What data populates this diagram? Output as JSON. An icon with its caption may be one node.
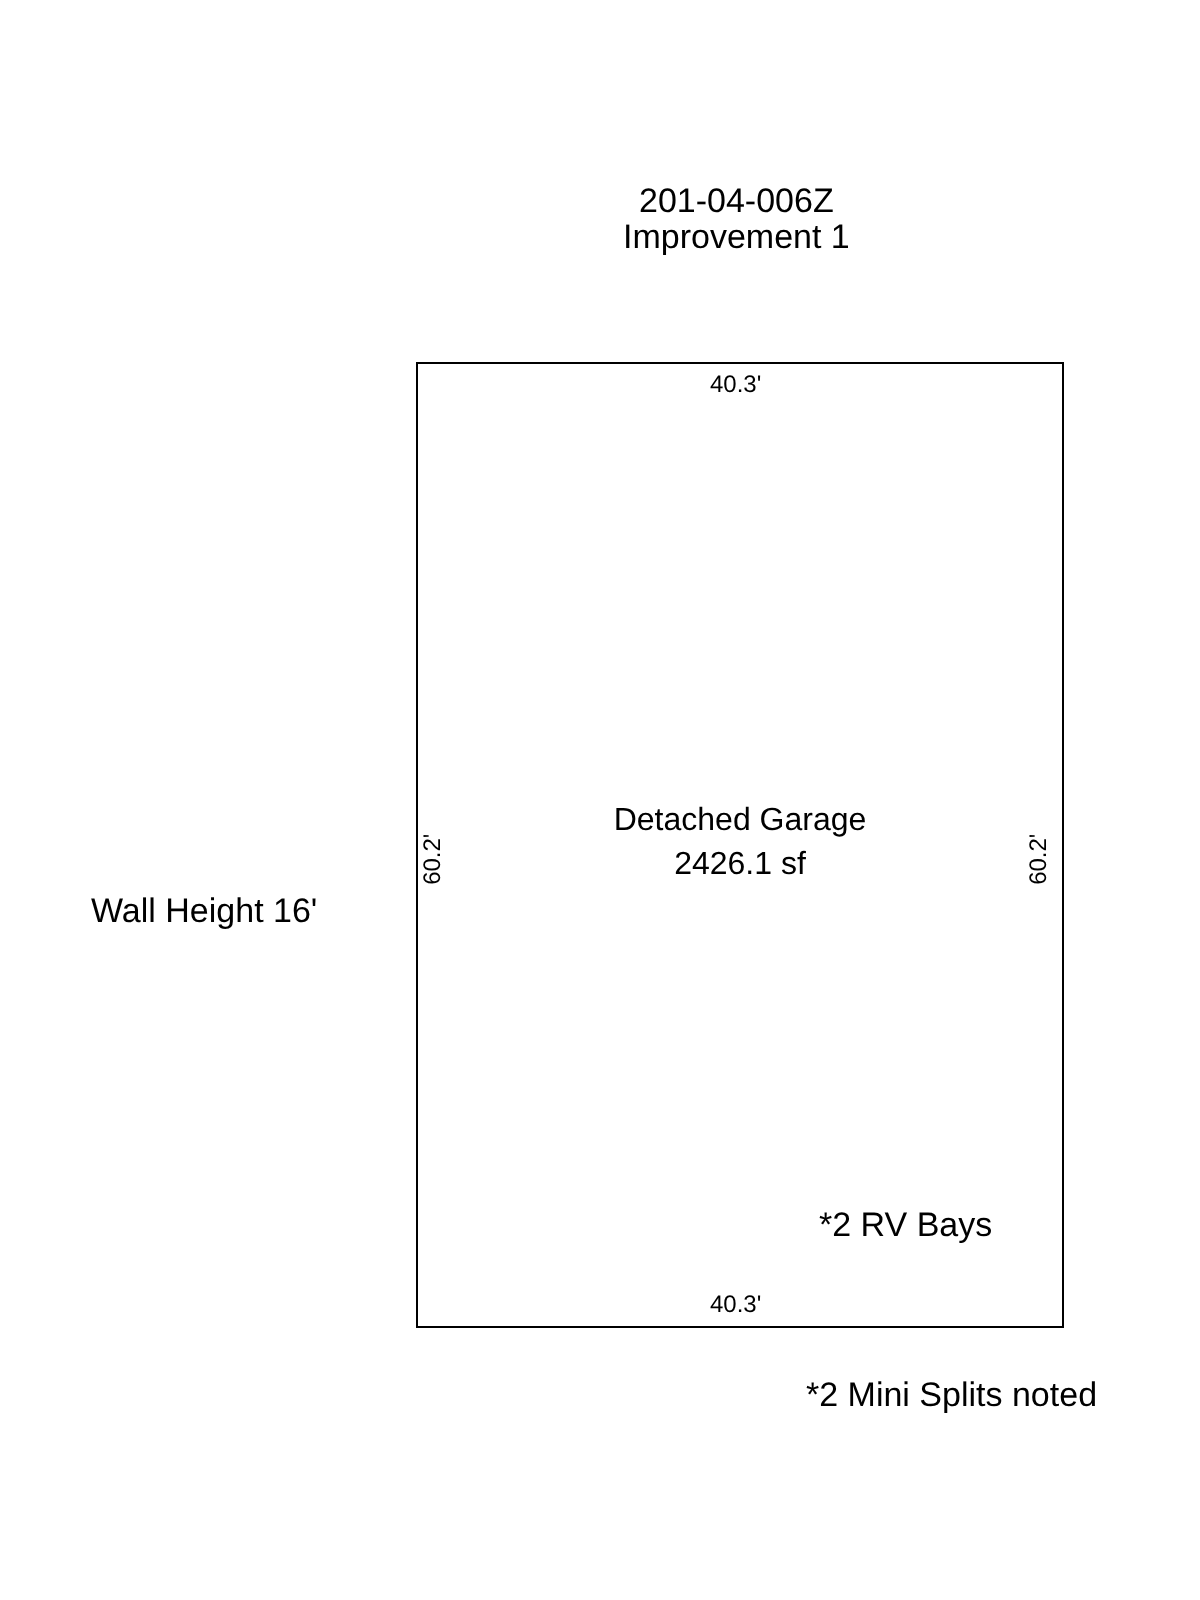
{
  "diagram": {
    "nodes": [
      {
        "text": [
          "Detached Garage",
          "2426.1 sf"
        ]
      }
    ],
    "labels": [
      "201-04-006Z",
      "Improvement 1",
      "40.3'",
      "60.2'",
      "60.2'",
      "Wall Height 16'",
      "*2 RV Bays",
      "40.3'",
      "*2 Mini Splits noted"
    ]
  }
}
